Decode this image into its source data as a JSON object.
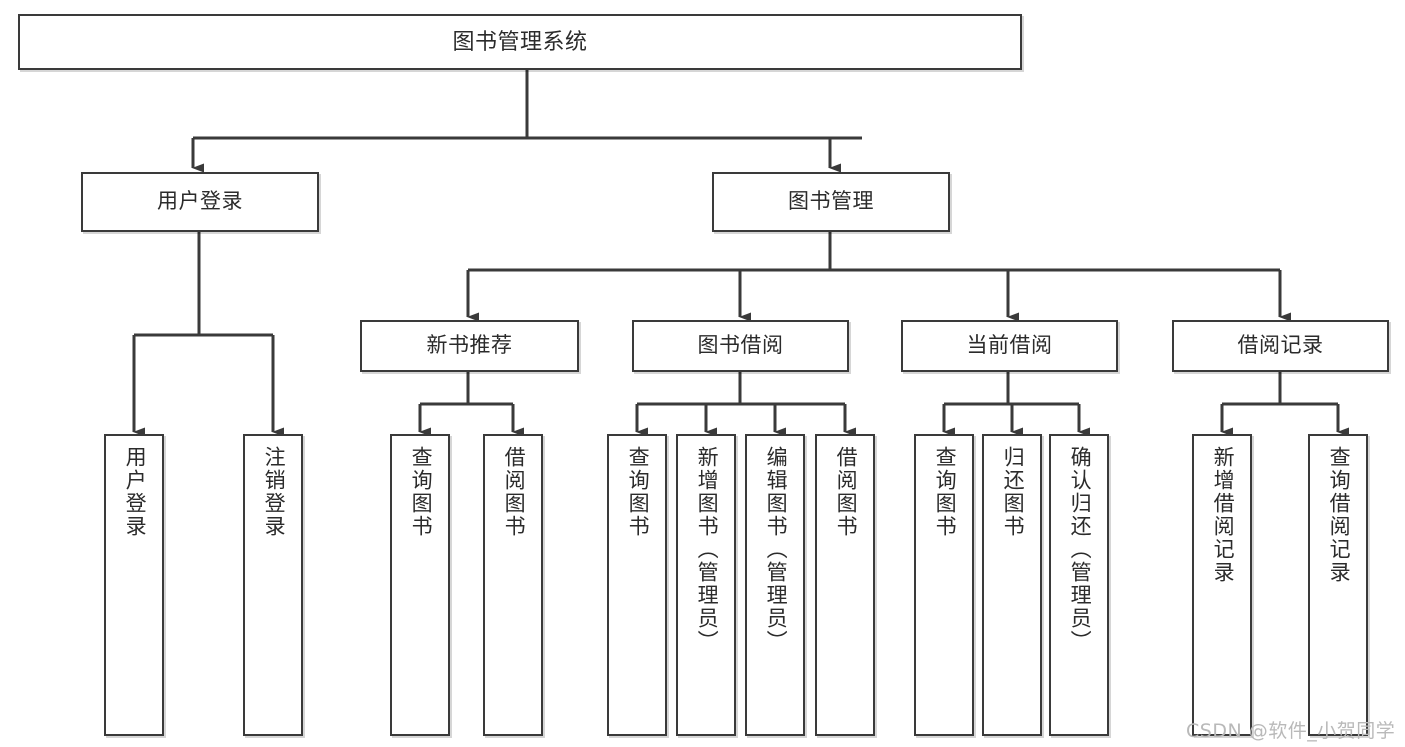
{
  "diagram": {
    "title": "图书管理系统",
    "type": "tree",
    "stroke_color": "#3a3a3a",
    "text_color": "#2b2b2b",
    "background_color": "#ffffff",
    "watermark": "CSDN @软件_小贺同学",
    "levels": {
      "level1": [
        {
          "id": "root",
          "label": "图书管理系统"
        }
      ],
      "level2": [
        {
          "id": "user-login",
          "label": "用户登录"
        },
        {
          "id": "book-manage",
          "label": "图书管理"
        }
      ],
      "level3": [
        {
          "id": "new-book-recommend",
          "label": "新书推荐"
        },
        {
          "id": "book-borrow",
          "label": "图书借阅"
        },
        {
          "id": "current-borrow",
          "label": "当前借阅"
        },
        {
          "id": "borrow-record",
          "label": "借阅记录"
        }
      ],
      "leaves": [
        {
          "id": "leaf-user-login",
          "label": "用户登录",
          "parent": "user-login"
        },
        {
          "id": "leaf-user-logout",
          "label": "注销登录",
          "parent": "user-login"
        },
        {
          "id": "leaf-query-book-1",
          "label": "查询图书",
          "parent": "new-book-recommend"
        },
        {
          "id": "leaf-borrow-book-1",
          "label": "借阅图书",
          "parent": "new-book-recommend"
        },
        {
          "id": "leaf-query-book-2",
          "label": "查询图书",
          "parent": "book-borrow"
        },
        {
          "id": "leaf-add-book",
          "label": "新增图书（管理员）",
          "parent": "book-borrow"
        },
        {
          "id": "leaf-edit-book",
          "label": "编辑图书（管理员）",
          "parent": "book-borrow"
        },
        {
          "id": "leaf-borrow-book-2",
          "label": "借阅图书",
          "parent": "book-borrow"
        },
        {
          "id": "leaf-query-book-3",
          "label": "查询图书",
          "parent": "current-borrow"
        },
        {
          "id": "leaf-return-book",
          "label": "归还图书",
          "parent": "current-borrow"
        },
        {
          "id": "leaf-confirm-return",
          "label": "确认归还（管理员）",
          "parent": "current-borrow"
        },
        {
          "id": "leaf-add-record",
          "label": "新增借阅记录",
          "parent": "borrow-record"
        },
        {
          "id": "leaf-query-record",
          "label": "查询借阅记录",
          "parent": "borrow-record"
        }
      ]
    }
  }
}
